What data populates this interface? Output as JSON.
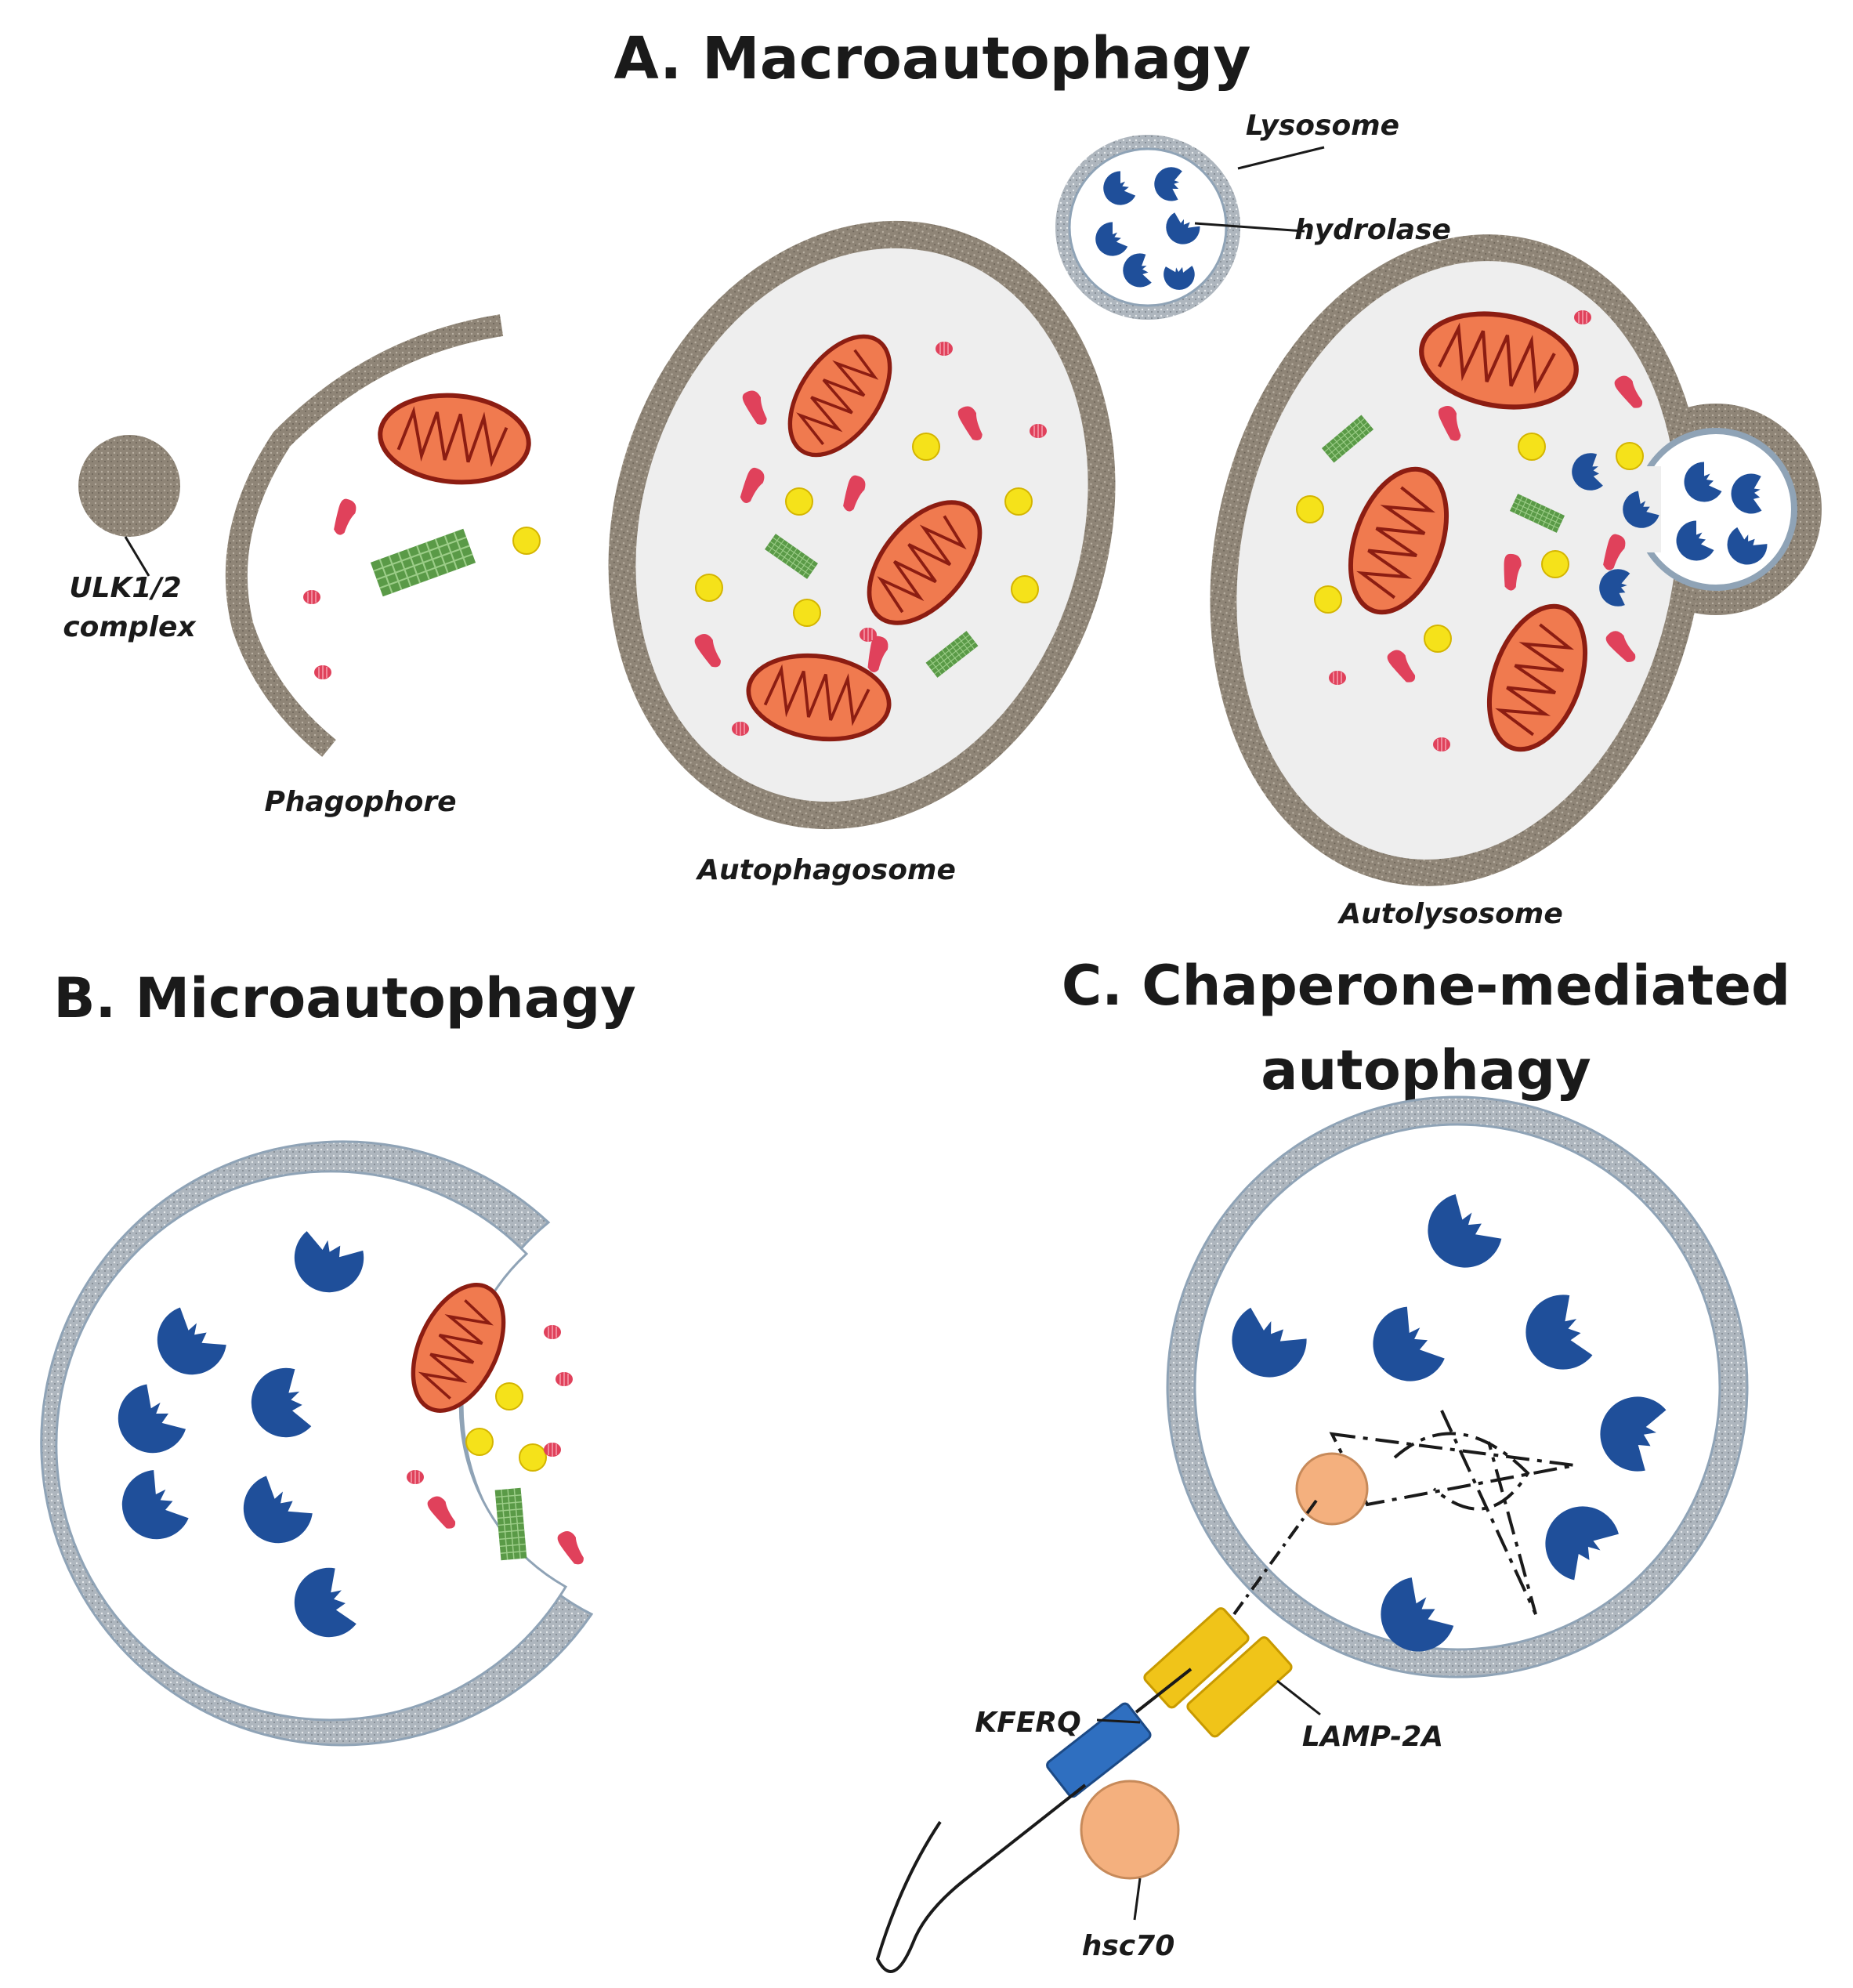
{
  "panels": {
    "macro": {
      "title": "A. Macroautophagy",
      "labels": {
        "ulk": "ULK1/2",
        "ulk2": "complex",
        "phagophore": "Phagophore",
        "autophagosome": "Autophagosome",
        "autolysosome": "Autolysosome",
        "lysosome": "Lysosome",
        "hydrolase": "hydrolase"
      }
    },
    "micro": {
      "title": "B. Microautophagy"
    },
    "cma": {
      "title_line1": "C. Chaperone-mediated",
      "title_line2": "autophagy",
      "labels": {
        "kferq": "KFERQ",
        "lamp": "LAMP-2A",
        "hsc70": "hsc70"
      }
    }
  },
  "colors": {
    "membrane_brown": "#8f8577",
    "membrane_grey": "#aeb6be",
    "lumen": "#eeeeee",
    "mito_fill": "#f07a4f",
    "mito_edge": "#8c1d12",
    "hydrolase": "#1f4f9a",
    "cytosol_red": "#e0415b",
    "cytosol_yellow": "#f5e21a",
    "proteasome_green": "#5a9a47",
    "lamp": "#f0c419",
    "kferq": "#2f6fc0",
    "hsc70": "#f4b07e"
  }
}
